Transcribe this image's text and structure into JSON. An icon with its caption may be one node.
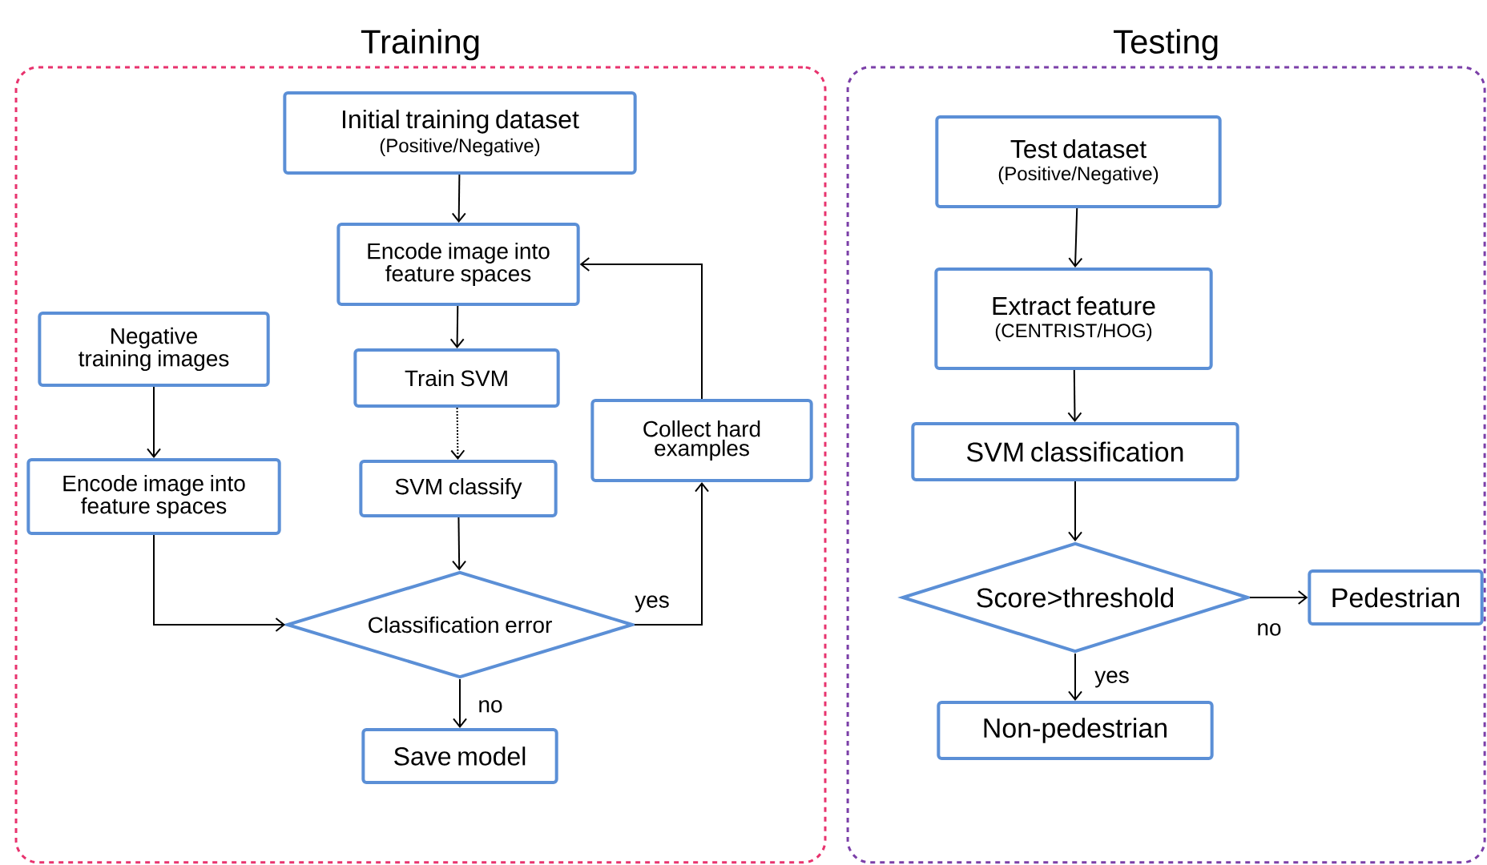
{
  "diagram": {
    "nodes": [
      {
        "text": [
          "Training"
        ]
      },
      {
        "text": [
          "Initial training dataset",
          "(Positive/Negative)"
        ],
        "in": 0
      },
      {
        "text": [
          "Encode image into feature spaces"
        ],
        "in": 0
      },
      {
        "text": [
          "Negative training images"
        ],
        "in": 0
      },
      {
        "text": [
          "Train SVM"
        ],
        "in": 0
      },
      {
        "text": [
          "Collect hard examples"
        ],
        "in": 0
      },
      {
        "text": [
          "Encode image into feature spaces"
        ],
        "in": 0
      },
      {
        "text": [
          "SVM classify"
        ],
        "in": 0
      },
      {
        "text": [
          "Classification error"
        ],
        "in": 0
      },
      {
        "text": [
          "Save model"
        ],
        "in": 0
      },
      {
        "text": [
          "Testing"
        ]
      },
      {
        "text": [
          "Test dataset",
          "(Positive/Negative)"
        ],
        "in": 10
      },
      {
        "text": [
          "Extract feature",
          "(CENTRIST/HOG)"
        ],
        "in": 10
      },
      {
        "text": [
          "SVM classification"
        ],
        "in": 10
      },
      {
        "text": [
          "Score>threshold"
        ],
        "in": 10
      },
      {
        "text": [
          "Pedestrian"
        ],
        "in": 10
      },
      {
        "text": [
          "Non-pedestrian"
        ],
        "in": 10
      }
    ],
    "edges": [
      {
        "from": 1,
        "to": 2,
        "arrow": "to"
      },
      {
        "from": 2,
        "to": 4,
        "arrow": "to"
      },
      {
        "from": 4,
        "to": 7,
        "arrow": "to",
        "style": "dashed"
      },
      {
        "from": 3,
        "to": 6,
        "arrow": "to"
      },
      {
        "from": 7,
        "to": 8,
        "arrow": "to"
      },
      {
        "from": 6,
        "to": 8,
        "arrow": "to"
      },
      {
        "from": 8,
        "to": 5,
        "arrow": "to",
        "label": "yes"
      },
      {
        "from": 5,
        "to": 2,
        "arrow": "to"
      },
      {
        "from": 8,
        "to": 9,
        "arrow": "to",
        "label": "no"
      },
      {
        "from": 11,
        "to": 12,
        "arrow": "to"
      },
      {
        "from": 12,
        "to": 13,
        "arrow": "to"
      },
      {
        "from": 13,
        "to": 14,
        "arrow": "to"
      },
      {
        "from": 14,
        "to": 15,
        "arrow": "to",
        "label": "no"
      },
      {
        "from": 14,
        "to": 16,
        "arrow": "to",
        "label": "yes"
      }
    ]
  }
}
